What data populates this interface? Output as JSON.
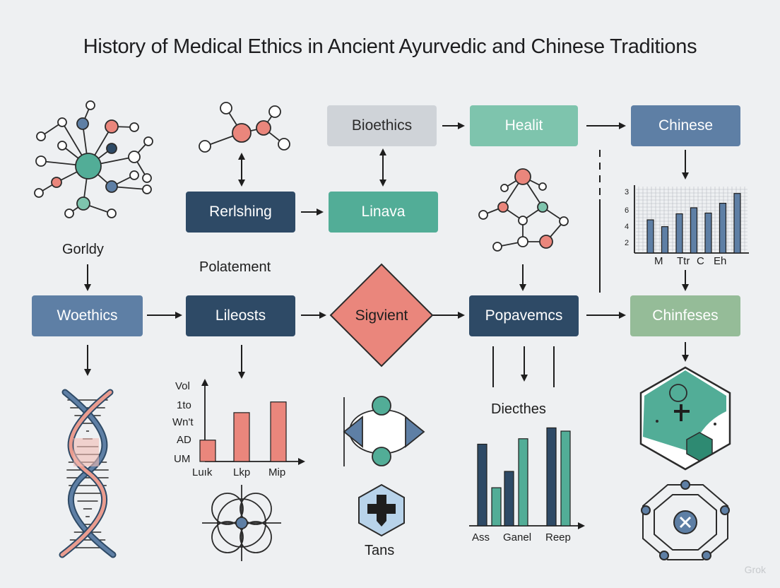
{
  "title": "History of Medical Ethics in Ancient Ayurvedic and Chinese Traditions",
  "nodes": {
    "bioethics": "Bioethics",
    "healit": "Healit",
    "chinese": "Chinese",
    "rerlshing": "Rerlshing",
    "linava": "Linava",
    "woethics": "Woethics",
    "lileosts": "Lileosts",
    "sigvient": "Sigvient",
    "popavemcs": "Popavemcs",
    "chinfeses": "Chinfeses"
  },
  "labels": {
    "gorldy": "Gorldy",
    "polatement": "Polatement",
    "diecthes": "Diecthes",
    "tans": "Tans"
  },
  "colors": {
    "navy": "#2e4a66",
    "steel": "#5e7fa5",
    "teal": "#52ad97",
    "coral": "#ea867c",
    "gray": "#cfd3d8",
    "sage": "#95bc98"
  },
  "chart_data": [
    {
      "type": "bar",
      "categories": [
        "Luık",
        "Lkp",
        "Mip"
      ],
      "values": [
        28,
        64,
        78
      ],
      "ylim": [
        0,
        100
      ],
      "y_tick_labels": [
        "UM",
        "AD",
        "Wn't",
        "1to",
        "Vol"
      ],
      "color": "#ea867c"
    },
    {
      "type": "bar",
      "categories": [
        "Ass",
        "Ganel",
        "Reep"
      ],
      "series": [
        {
          "values": [
            75,
            50,
            90
          ]
        },
        {
          "values": [
            35,
            80,
            87
          ]
        }
      ],
      "ylim": [
        0,
        100
      ],
      "colors": [
        "#2e4a66",
        "#52ad97"
      ]
    },
    {
      "type": "bar",
      "categories": [
        "M",
        "Ttr",
        "C",
        "Eh"
      ],
      "values": [
        4.4,
        3.5,
        5.2,
        6.0,
        5.3,
        6.6,
        7.9
      ],
      "x_tick_positions": [
        0,
        2,
        4,
        6
      ],
      "y_tick_labels": [
        "2",
        "4",
        "6",
        "3"
      ],
      "ylim": [
        0,
        9
      ],
      "grid": true,
      "color": "#5e7fa5"
    }
  ]
}
